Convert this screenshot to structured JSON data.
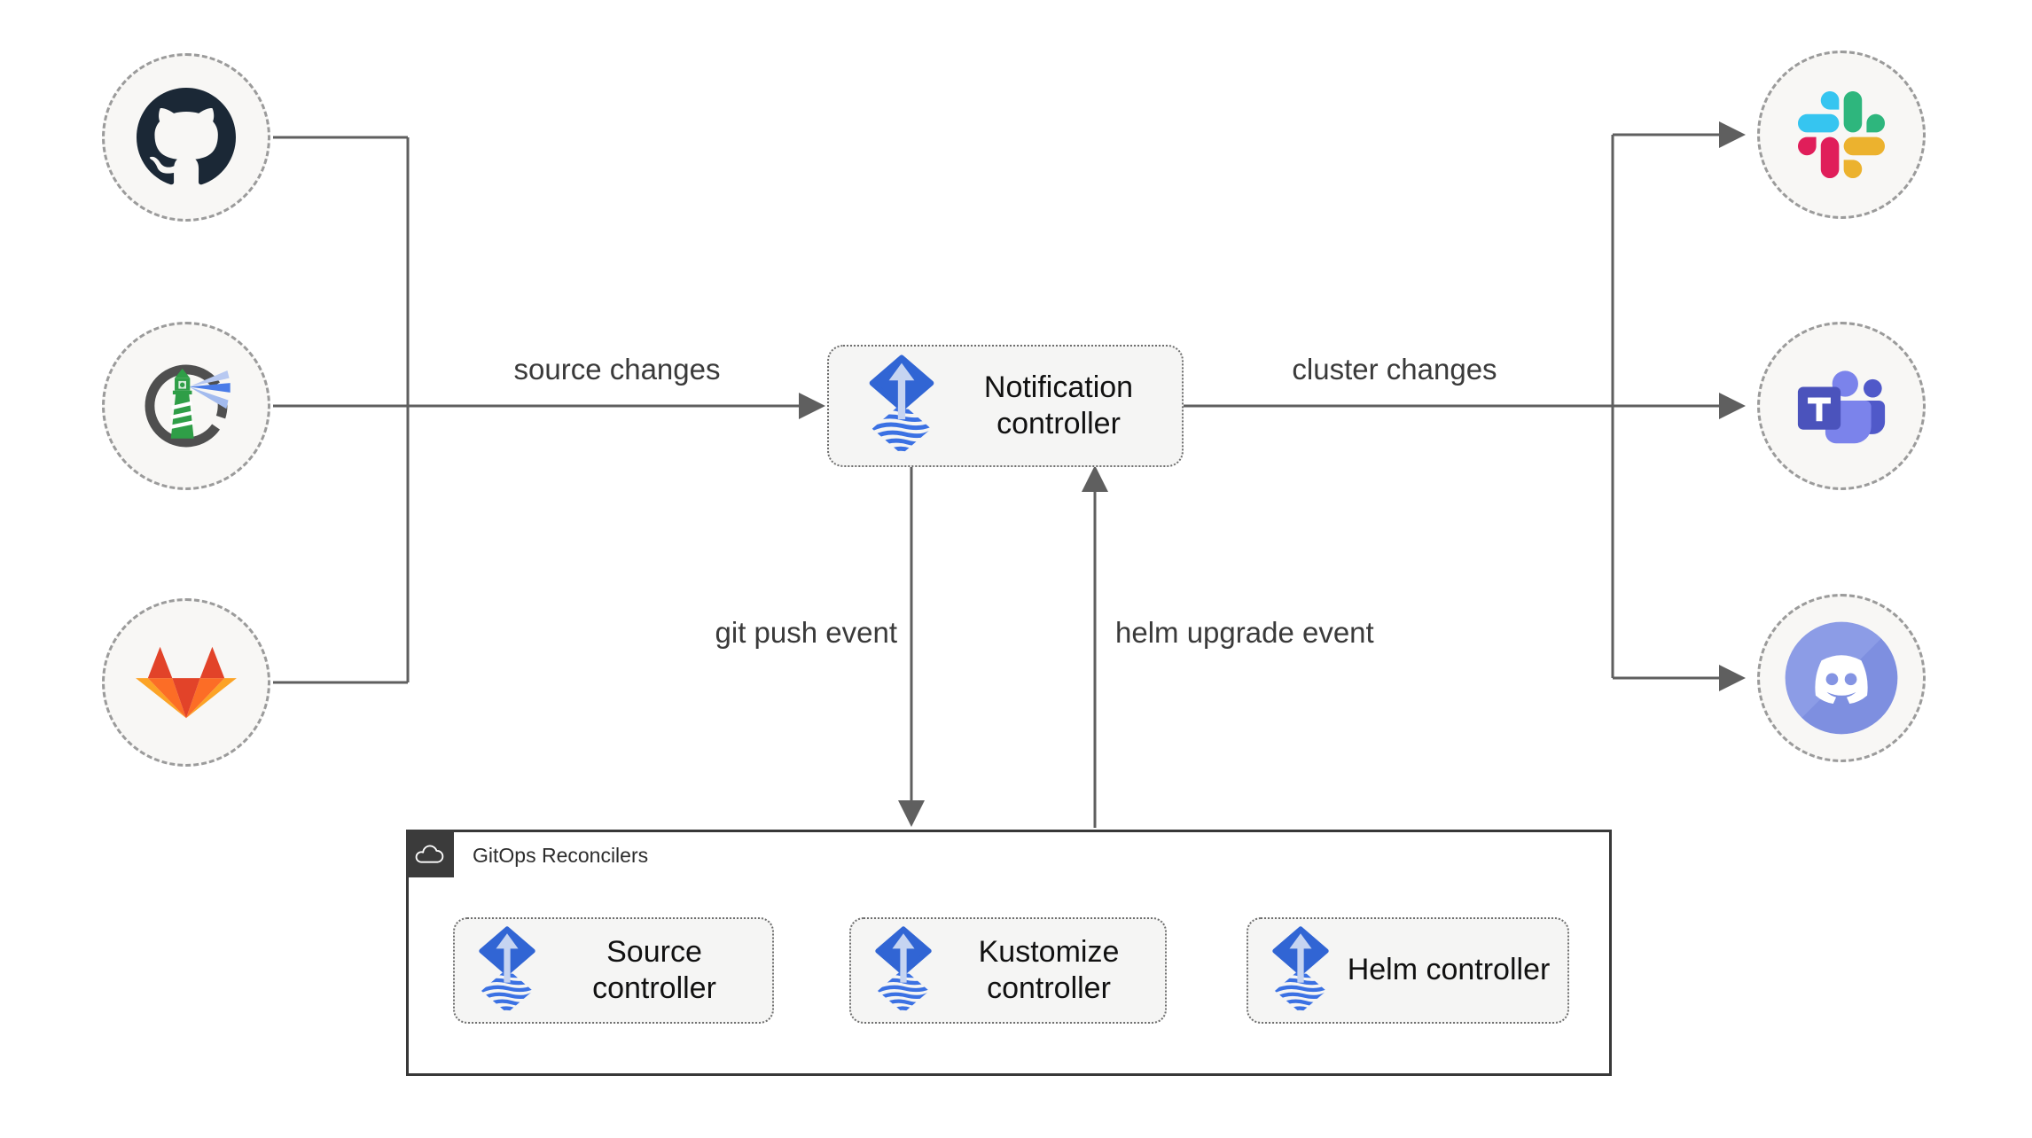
{
  "diagram": {
    "sources": [
      {
        "icon": "github-icon",
        "name": "GitHub"
      },
      {
        "icon": "harbor-icon",
        "name": "Harbor"
      },
      {
        "icon": "gitlab-icon",
        "name": "GitLab"
      }
    ],
    "targets": [
      {
        "icon": "slack-icon",
        "name": "Slack"
      },
      {
        "icon": "teams-icon",
        "name": "Microsoft Teams"
      },
      {
        "icon": "discord-icon",
        "name": "Discord"
      }
    ],
    "notification": {
      "label": "Notification controller",
      "icon": "flux-icon"
    },
    "reconcilers": {
      "title": "GitOps Reconcilers",
      "badge_icon": "cloud-icon",
      "items": [
        {
          "label": "Source controller",
          "icon": "flux-icon"
        },
        {
          "label": "Kustomize controller",
          "icon": "flux-icon"
        },
        {
          "label": "Helm controller",
          "icon": "flux-icon"
        }
      ]
    },
    "edges": {
      "source_changes": "source changes",
      "cluster_changes": "cluster changes",
      "git_push": "git push event",
      "helm_upgrade": "helm upgrade event"
    },
    "colors": {
      "line": "#5f5f5f",
      "node_fill": "#f5f5f4",
      "circle_fill": "#f8f7f5",
      "container_border": "#383838",
      "flux_blue": "#3165d4",
      "flux_light": "#c6d4f1",
      "slack_blue": "#36C5F0",
      "slack_green": "#2EB67D",
      "slack_yellow": "#ECB22E",
      "slack_red": "#E01E5A",
      "gitlab_red": "#e24329",
      "gitlab_orange": "#fc6d26",
      "gitlab_yellow": "#fca326",
      "teams_purple": "#4b53bc",
      "discord_blurple": "#8595e2",
      "harbor_green": "#2f9e47",
      "github_dark": "#1b2836"
    }
  }
}
